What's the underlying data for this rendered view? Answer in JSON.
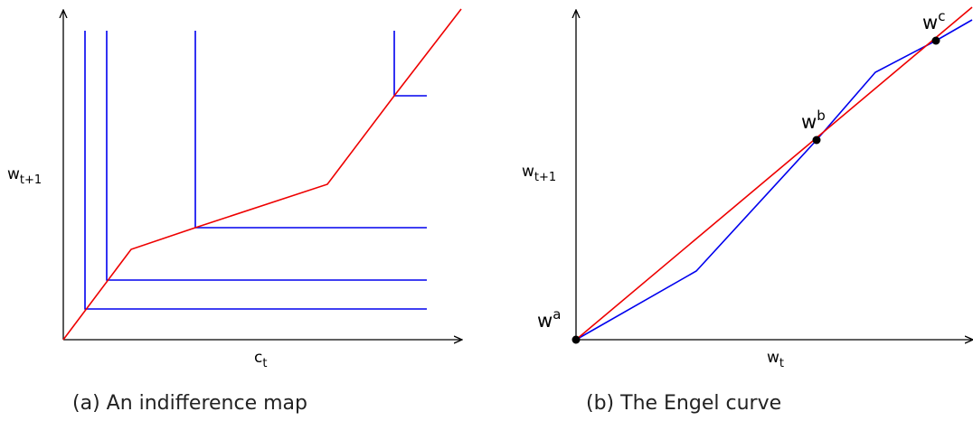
{
  "panel_a": {
    "ylabel": {
      "base": "w",
      "sub": "t+1"
    },
    "xlabel": {
      "base": "c",
      "sub": "t"
    },
    "caption": "(a) An indifference map"
  },
  "panel_b": {
    "ylabel": {
      "base": "w",
      "sub": "t+1"
    },
    "xlabel": {
      "base": "w",
      "sub": "t"
    },
    "caption": "(b) The Engel curve",
    "points": [
      {
        "base": "w",
        "sup": "a"
      },
      {
        "base": "w",
        "sup": "b"
      },
      {
        "base": "w",
        "sup": "c"
      }
    ]
  },
  "colors": {
    "indifference": "#0000ee",
    "path": "#ee0000",
    "axis": "#000000"
  }
}
